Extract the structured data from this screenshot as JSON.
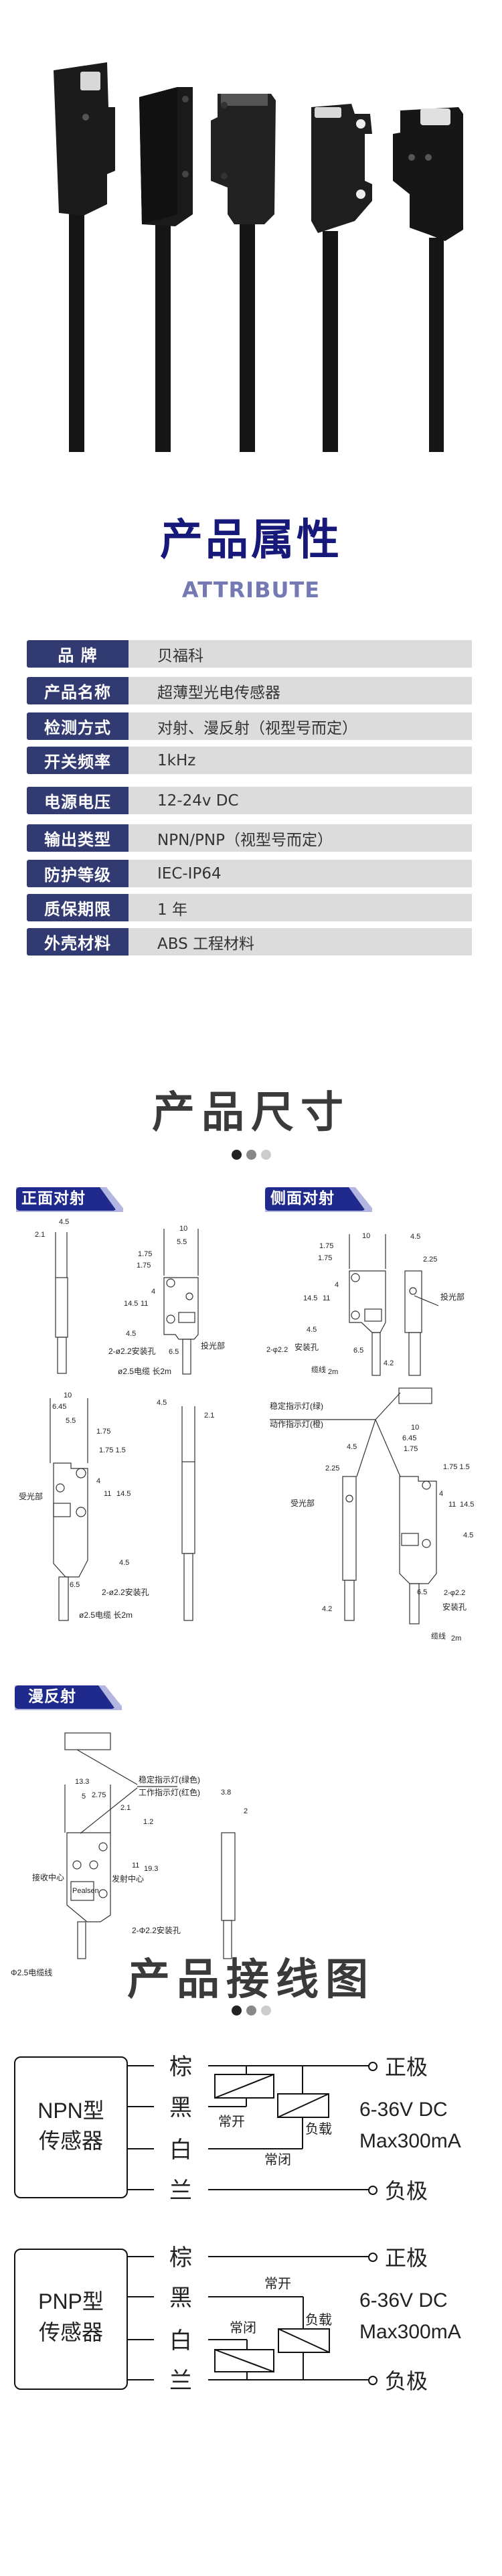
{
  "attribute": {
    "title": "产品属性",
    "subtitle": "ATTRIBUTE",
    "rows": [
      {
        "label": "品 牌",
        "value": "贝福科"
      },
      {
        "label": "产品名称",
        "value": "超薄型光电传感器"
      },
      {
        "label": "检测方式",
        "value": "对射、漫反射（视型号而定）"
      },
      {
        "label": "开关频率",
        "value": "1kHz"
      },
      {
        "label": "电源电压",
        "value": "12-24v DC"
      },
      {
        "label": "输出类型",
        "value": "NPN/PNP（视型号而定）"
      },
      {
        "label": "防护等级",
        "value": "IEC-IP64"
      },
      {
        "label": "质保期限",
        "value": "1 年"
      },
      {
        "label": "外壳材料",
        "value": "ABS 工程材料"
      }
    ]
  },
  "dimensions": {
    "title": "产品尺寸",
    "badges": [
      "正面对射",
      "侧面对射",
      "漫反射"
    ],
    "panels": [
      {
        "labels": [
          "4.5",
          "2.1",
          "10",
          "5.5",
          "1.75",
          "1.75",
          "4",
          "14.5",
          "11",
          "4.5",
          "2-ø2.2安装孔",
          "6.5",
          "投光部",
          "ø2.5电缆 长2m"
        ]
      },
      {
        "labels": [
          "10",
          "1.75",
          "1.75",
          "4",
          "14.5",
          "11",
          "4.5",
          "2-φ2.2",
          "安装孔",
          "6.5",
          "缆线",
          "2m",
          "4.5",
          "2.25",
          "投光部",
          "4.2"
        ]
      },
      {
        "labels": [
          "10",
          "6.45",
          "5.5",
          "1.75",
          "1.75 1.5",
          "4",
          "11",
          "14.5",
          "受光部",
          "4.5",
          "6.5",
          "2-ø2.2安装孔",
          "ø2.5电缆 长2m",
          "4.5",
          "2.1"
        ]
      },
      {
        "labels": [
          "稳定指示灯(绿)",
          "动作指示灯(橙)",
          "10",
          "6.45",
          "1.75",
          "4.5",
          "2.25",
          "1.75 1.5",
          "4",
          "11",
          "14.5",
          "受光部",
          "4.5",
          "6.5",
          "2-φ2.2",
          "安装孔",
          "4.2",
          "缆线",
          "2m"
        ]
      },
      {
        "labels": [
          "13.3",
          "5",
          "2.75",
          "2.1",
          "1.2",
          "稳定指示灯(绿色)",
          "工作指示灯(红色)",
          "接收中心",
          "发射中心",
          "Pealsen",
          "19.3",
          "11",
          "2-Φ2.2安装孔",
          "Φ2.5电缆线",
          "3.8",
          "2"
        ]
      }
    ]
  },
  "wiring": {
    "title": "产品接线图",
    "diagrams": [
      {
        "type_line1": "NPN型",
        "type_line2": "传感器",
        "wires": [
          "棕",
          "黑",
          "白",
          "兰"
        ],
        "positive": "正极",
        "negative": "负极",
        "normally_open": "常开",
        "normally_closed": "常闭",
        "load": "负载",
        "voltage": "6-36V DC",
        "current": "Max300mA"
      },
      {
        "type_line1": "PNP型",
        "type_line2": "传感器",
        "wires": [
          "棕",
          "黑",
          "白",
          "兰"
        ],
        "positive": "正极",
        "negative": "负极",
        "normally_open": "常开",
        "normally_closed": "常闭",
        "load": "负载",
        "voltage": "6-36V DC",
        "current": "Max300mA"
      }
    ]
  },
  "colors": {
    "title_navy": "#16197a",
    "label_cell": "#323a72",
    "value_cell": "#dcdcdc",
    "badge": "#1f2a8c"
  }
}
